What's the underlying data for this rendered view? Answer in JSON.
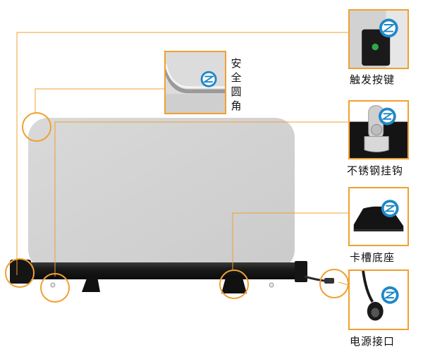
{
  "callouts": {
    "trigger_key": "触发按键",
    "safe_corner": "安全圆角",
    "hook": "不锈钢挂钩",
    "base": "卡槽底座",
    "power_port": "电源接口"
  },
  "colors": {
    "accent": "#f0a030",
    "board": "#d3d3d3",
    "frame": "#1a1a1a",
    "logo": "#1e88c8"
  }
}
